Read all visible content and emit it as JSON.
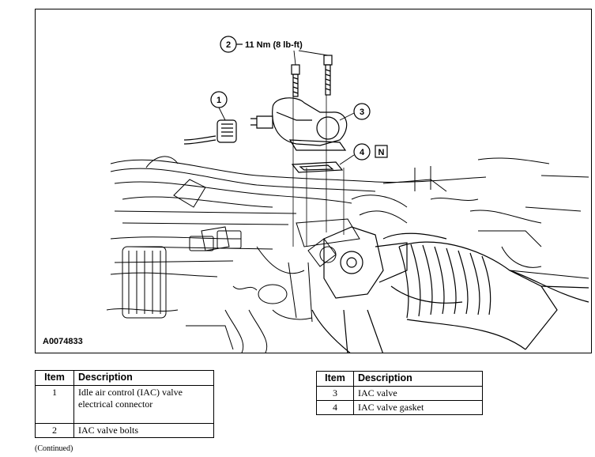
{
  "figure": {
    "id_label": "A0074833",
    "torque_spec": "11 Nm (8 lb-ft)",
    "callouts": [
      {
        "number": "1"
      },
      {
        "number": "2"
      },
      {
        "number": "3"
      },
      {
        "number": "4"
      }
    ],
    "new_part_symbol": "N"
  },
  "legend_left": {
    "headers": {
      "item": "Item",
      "description": "Description"
    },
    "rows": [
      {
        "item": "1",
        "description": "Idle air control (IAC) valve electrical connector"
      },
      {
        "item": "2",
        "description": "IAC valve bolts"
      }
    ]
  },
  "legend_right": {
    "headers": {
      "item": "Item",
      "description": "Description"
    },
    "rows": [
      {
        "item": "3",
        "description": "IAC valve"
      },
      {
        "item": "4",
        "description": "IAC valve gasket"
      }
    ]
  },
  "continued_note": "(Continued)"
}
